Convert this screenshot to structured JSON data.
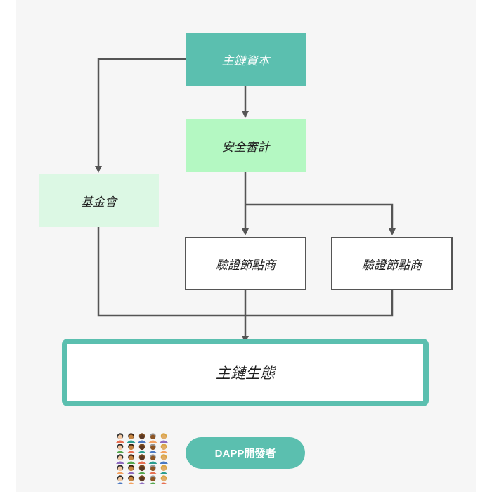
{
  "nodes": {
    "mainchain_capital": "主鏈資本",
    "security_audit": "安全審計",
    "foundation": "基金會",
    "validator_1": "驗證節點商",
    "validator_2": "驗證節點商",
    "mainchain_ecosystem": "主鏈生態"
  },
  "developer": {
    "label": "DAPP開發者",
    "icon": "people-group-icon"
  },
  "colors": {
    "teal": "#5bbfaf",
    "light_green": "#b4f8c2",
    "pale_green": "#dcf8e4",
    "line": "#555555"
  }
}
